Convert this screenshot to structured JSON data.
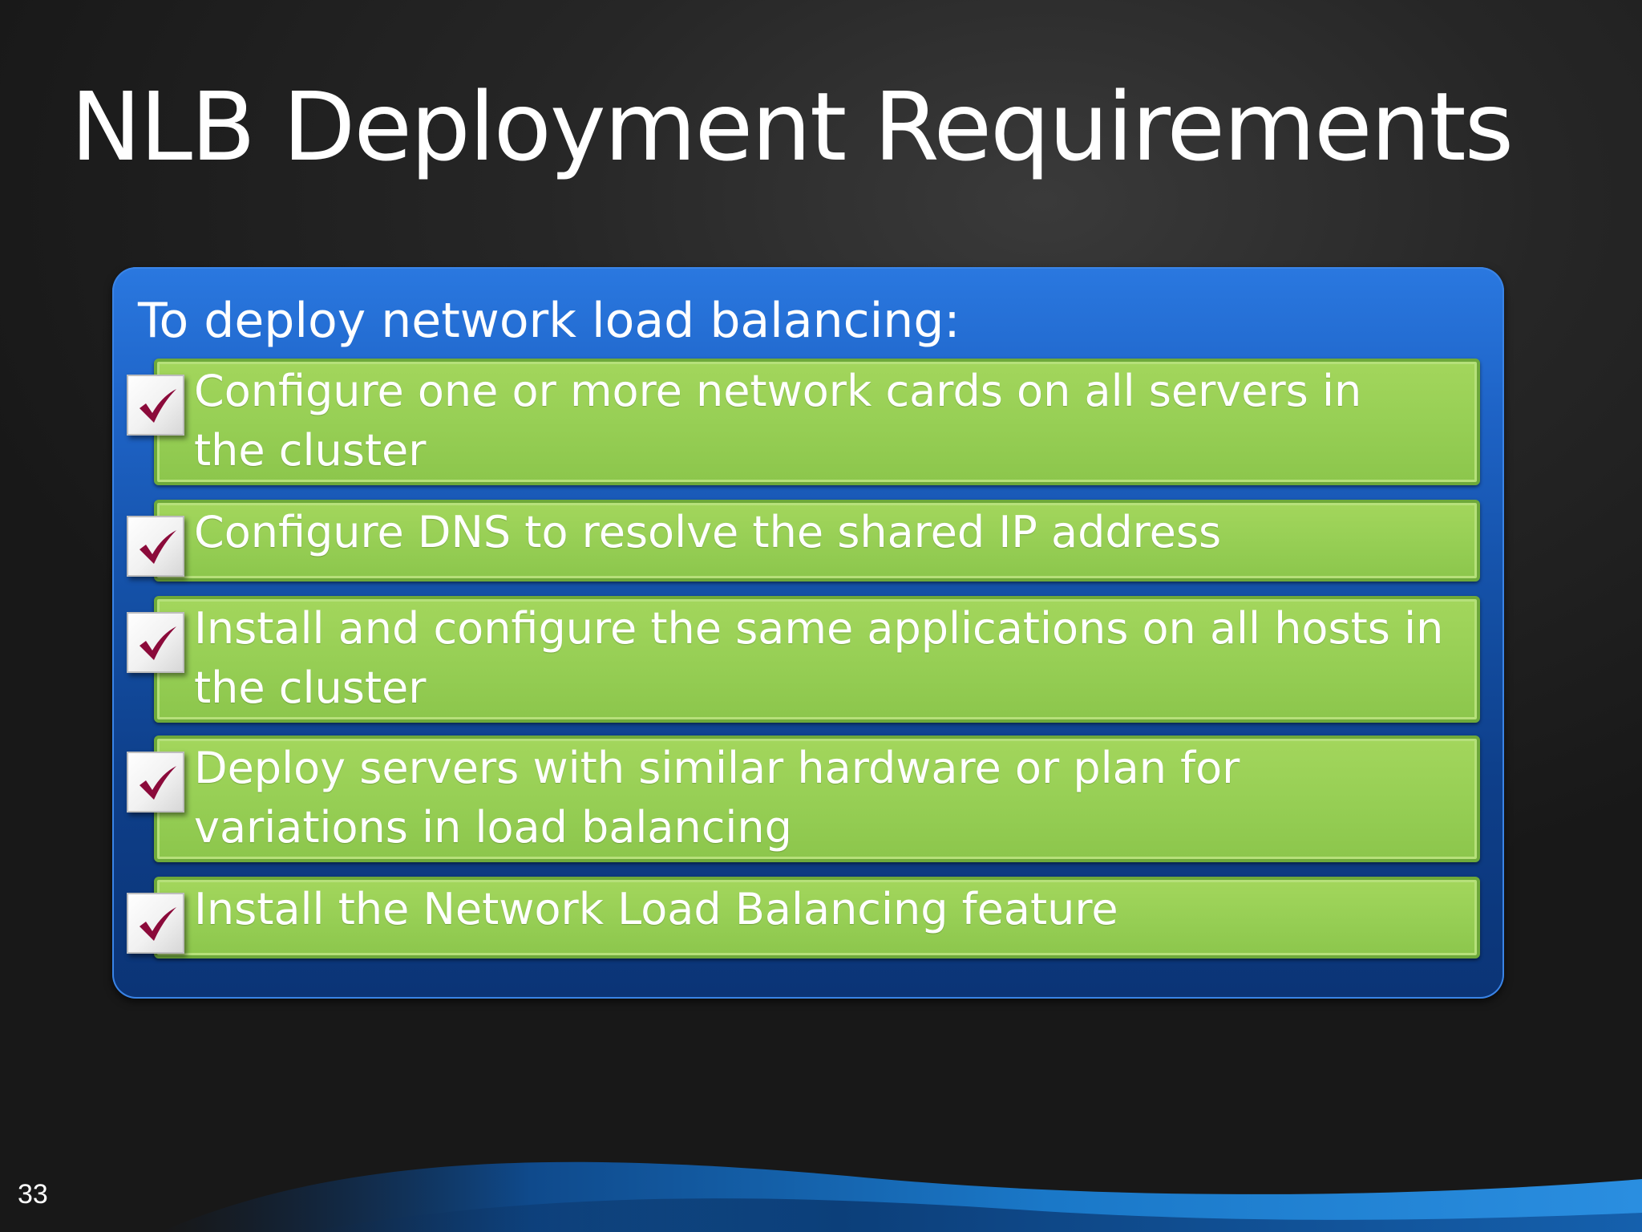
{
  "slide": {
    "title": "NLB Deployment Requirements",
    "panel_heading": "To deploy network load balancing:",
    "requirements": [
      "Configure one or more network cards on all servers in the cluster",
      "Configure DNS to resolve the shared IP address",
      "Install and configure the same applications on all hosts in the cluster",
      "Deploy servers with similar hardware or plan for variations in load balancing",
      "Install the Network Load Balancing feature"
    ],
    "slide_number": "33",
    "colors": {
      "background": "#1b1b1b",
      "panel_blue": "#1e63c6",
      "item_green": "#97cf55",
      "check_mark": "#8b0a3a"
    },
    "icons": {
      "check": "checkmark-icon"
    }
  }
}
